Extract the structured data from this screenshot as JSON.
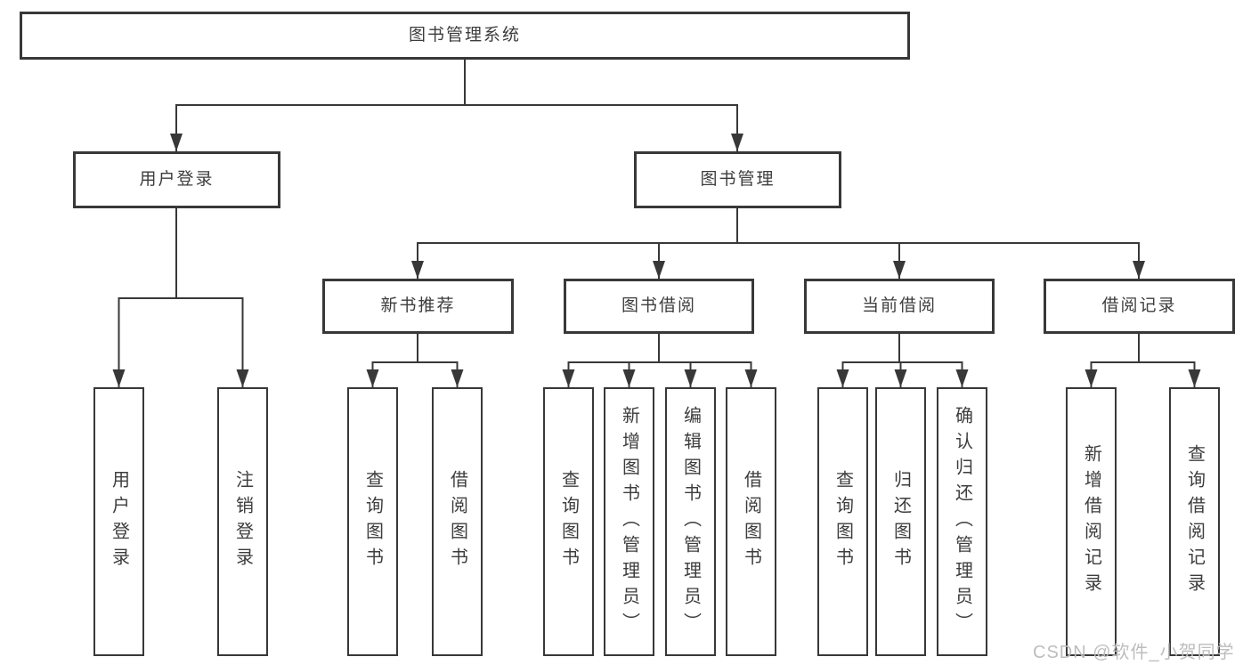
{
  "colors": {
    "line": "#383838",
    "border": "#383838",
    "text": "#3d3d3d",
    "watermark": "#bdbdbd",
    "background": "#ffffff"
  },
  "nodes": {
    "root": {
      "label": "图书管理系统"
    },
    "user_login": {
      "label": "用户登录"
    },
    "book_mgmt": {
      "label": "图书管理"
    },
    "new_books": {
      "label": "新书推荐"
    },
    "book_borrow": {
      "label": "图书借阅"
    },
    "current_borrow": {
      "label": "当前借阅"
    },
    "borrow_records": {
      "label": "借阅记录"
    }
  },
  "leaves": {
    "user_login": [
      {
        "label": "用户登录"
      },
      {
        "label": "注销登录"
      }
    ],
    "new_books": [
      {
        "label": "查询图书"
      },
      {
        "label": "借阅图书"
      }
    ],
    "book_borrow": [
      {
        "label": "查询图书"
      },
      {
        "label": "新增图书（管理员）"
      },
      {
        "label": "编辑图书（管理员）"
      },
      {
        "label": "借阅图书"
      }
    ],
    "current_borrow": [
      {
        "label": "查询图书"
      },
      {
        "label": "归还图书"
      },
      {
        "label": "确认归还（管理员）"
      }
    ],
    "borrow_records": [
      {
        "label": "新增借阅记录"
      },
      {
        "label": "查询借阅记录"
      }
    ]
  },
  "watermark": {
    "text": "CSDN @软件_小贺同学"
  }
}
